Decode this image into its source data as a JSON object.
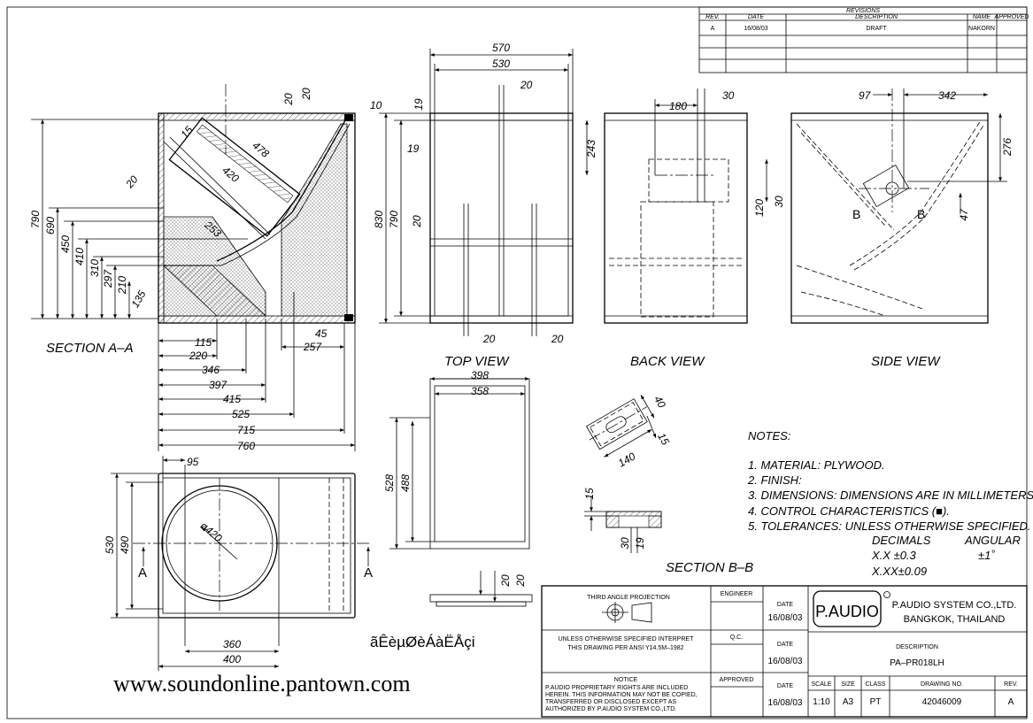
{
  "revisions": {
    "title": "REVISIONS",
    "headers": [
      "REV.",
      "DATE",
      "DESCRIPTION",
      "NAME",
      "APPROVED"
    ],
    "rows": [
      [
        "A",
        "16/08/03",
        "DRAFT",
        "NAKORN",
        ""
      ]
    ]
  },
  "views": {
    "section_aa": "SECTION A–A",
    "top": "TOP VIEW",
    "back": "BACK VIEW",
    "side": "SIDE VIEW",
    "section_bb": "SECTION B–B"
  },
  "section_labels": {
    "a_left": "A",
    "a_right": "A",
    "b_left": "B",
    "b_right": "B"
  },
  "dimensions": {
    "section_aa": [
      "790",
      "690",
      "450",
      "410",
      "310",
      "297",
      "210",
      "135",
      "20",
      "15",
      "478",
      "420",
      "253",
      "20",
      "20",
      "10",
      "45",
      "257",
      "115",
      "220",
      "346",
      "397",
      "415",
      "525",
      "715",
      "760"
    ],
    "top": [
      "570",
      "530",
      "20",
      "19",
      "19",
      "830",
      "790",
      "20",
      "20",
      "20"
    ],
    "back": [
      "180",
      "30",
      "243",
      "120",
      "30"
    ],
    "side": [
      "97",
      "342",
      "276",
      "47"
    ],
    "front": [
      "95",
      "530",
      "490",
      "ø420",
      "360",
      "400"
    ],
    "panel": [
      "398",
      "358",
      "528",
      "488"
    ],
    "detail_b": [
      "40",
      "15",
      "140"
    ],
    "section_bb": [
      "15",
      "30",
      "19"
    ],
    "base": [
      "20",
      "20"
    ]
  },
  "notes": {
    "title": "NOTES:",
    "items": [
      "1.  MATERIAL:  PLYWOOD.",
      "2.  FINISH:",
      "3.  DIMENSIONS:  DIMENSIONS ARE IN MILLIMETERS.",
      "4.  CONTROL CHARACTERISTICS (■).",
      "5.  TOLERANCES:  UNLESS OTHERWISE SPECIFIED."
    ],
    "tol_headers": [
      "DECIMALS",
      "ANGULAR"
    ],
    "tol_decimal_1": "X.X  ±0.3",
    "tol_decimal_2": "X.XX±0.09",
    "tol_angular": "±1˚"
  },
  "garbled_text": "ãÊèµØèÁàËÅçi",
  "website": "www.soundonline.pantown.com",
  "title_block": {
    "projection": "THIRD ANGLE PROJECTION",
    "interpret_1": "UNLESS OTHERWISE SPECIFIED INTERPRET",
    "interpret_2": "THIS DRAWING PER ANSI Y14.5M–1982",
    "notice_title": "NOTICE",
    "notice_lines": [
      "P.AUDIO PROPRIETARY RIGHTS ARE INCLUDED",
      "HEREIN. THIS INFORMATION MAY NOT BE COPIED,",
      "TRANSFERRED OR DISCLOSED EXCEPT AS",
      "AUTHORIZED BY P.AUDIO SYSTEM CO.,LTD."
    ],
    "engineer": "ENGINEER",
    "qc": "Q.C.",
    "approved": "APPROVED",
    "date_label": "DATE",
    "date_1": "16/08/03",
    "date_2": "16/08/03",
    "date_3": "16/08/03",
    "logo": "P.AUDIO",
    "company": "P.AUDIO SYSTEM CO.,LTD.",
    "location": "BANGKOK,  THAILAND",
    "description_label": "DESCRIPTION",
    "description": "PA–PR018LH",
    "scale_label": "SCALE",
    "scale": "1:10",
    "size_label": "SIZE",
    "size": "A3",
    "class_label": "CLASS",
    "class": "PT",
    "drawing_no_label": "DRAWING NO.",
    "drawing_no": "42046009",
    "rev_label": "REV.",
    "rev": "A"
  }
}
